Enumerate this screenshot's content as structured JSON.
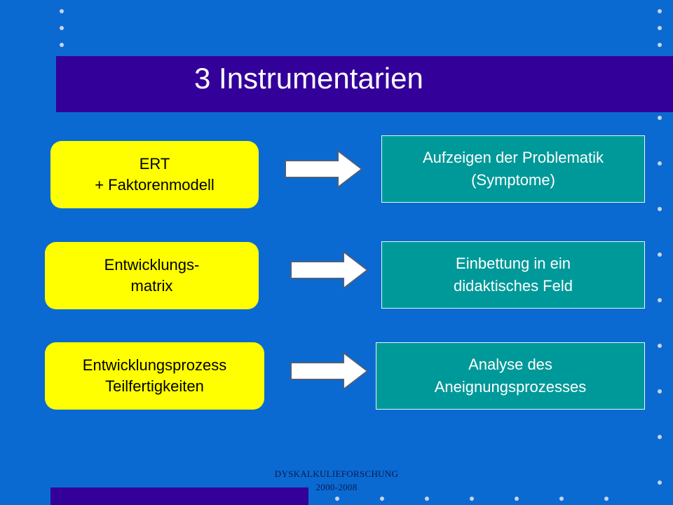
{
  "title": "3 Instrumentarien",
  "rows": [
    {
      "left": [
        "ERT",
        "+ Faktorenmodell"
      ],
      "right": [
        "Aufzeigen der Problematik",
        "(Symptome)"
      ]
    },
    {
      "left": [
        "Entwicklungs-",
        "matrix"
      ],
      "right": [
        "Einbettung in ein",
        "didaktisches Feld"
      ]
    },
    {
      "left": [
        "Entwicklungsprozess",
        "Teilfertigkeiten"
      ],
      "right": [
        "Analyse des",
        "Aneignungsprozesses"
      ]
    }
  ],
  "footer": {
    "line1": "DYSKALKULIEFORSCHUNG",
    "line2": "2000-2008"
  },
  "colors": {
    "background": "#0a6ad2",
    "title_bar": "#330099",
    "input_box": "#ffff00",
    "output_box": "#009999",
    "arrow": "#ffffff"
  },
  "icons": {
    "arrow": "right-arrow-icon",
    "decoration": "dot-pattern"
  }
}
